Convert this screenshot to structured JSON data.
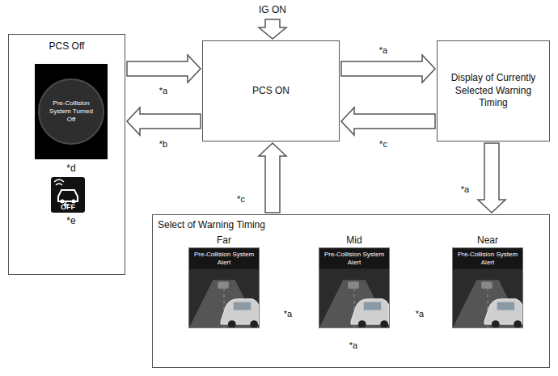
{
  "diagram": {
    "nodes": [
      {
        "text": [
          "PCS Off"
        ]
      },
      {
        "text": [
          "Pre-Collision System Turned Off"
        ],
        "in": 0
      },
      {
        "text": [
          "OFF"
        ],
        "in": 0
      },
      {
        "text": [
          "PCS ON"
        ]
      },
      {
        "text": [
          "Display of Currently Selected Warning Timing"
        ]
      },
      {
        "text": [
          "Select of Warning Timing"
        ]
      },
      {
        "text": [
          "Far",
          "Pre-Collision System Alert"
        ],
        "in": 5
      },
      {
        "text": [
          "Mid",
          "Pre-Collision System Alert"
        ],
        "in": 5
      },
      {
        "text": [
          "Near",
          "Pre-Collision System Alert"
        ],
        "in": 5
      }
    ],
    "edges": [
      {
        "from": 0,
        "to": 3,
        "label": "*a",
        "arrow": "to"
      },
      {
        "from": 3,
        "to": 0,
        "label": "*b",
        "arrow": "to"
      },
      {
        "from": 3,
        "to": 4,
        "label": "*a",
        "arrow": "to"
      },
      {
        "from": 4,
        "to": 3,
        "label": "*c",
        "arrow": "to"
      },
      {
        "from": 4,
        "to": 5,
        "label": "*a",
        "arrow": "to"
      },
      {
        "from": 5,
        "to": 3,
        "label": "*c",
        "arrow": "to"
      },
      {
        "from": 6,
        "to": 7,
        "label": "*a",
        "arrow": "to"
      },
      {
        "from": 7,
        "to": 8,
        "label": "*a",
        "arrow": "to"
      },
      {
        "from": 8,
        "to": 6,
        "label": "*a",
        "arrow": "to"
      }
    ],
    "labels": [
      "IG ON",
      "*d",
      "*e"
    ]
  }
}
